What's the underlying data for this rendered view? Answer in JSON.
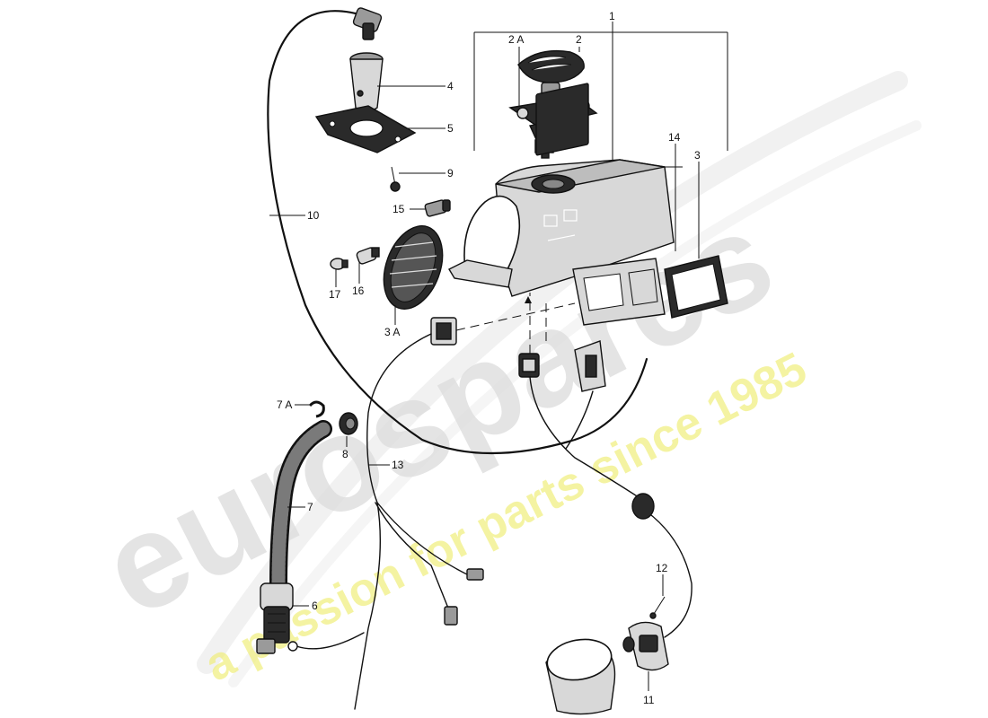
{
  "watermark": {
    "logo_text": "eurospares",
    "tagline": "a passion for parts since 1985",
    "logo_color": "#d9d9d9",
    "tagline_color": "#f2f08a"
  },
  "callouts": {
    "c1": "1",
    "c2": "2",
    "c2A": "2 A",
    "c3": "3",
    "c3A": "3 A",
    "c4": "4",
    "c5": "5",
    "c6": "6",
    "c7": "7",
    "c7A": "7 A",
    "c8": "8",
    "c9": "9",
    "c10": "10",
    "c11": "11",
    "c12": "12",
    "c13": "13",
    "c14": "14",
    "c15": "15",
    "c16": "16",
    "c17": "17"
  }
}
